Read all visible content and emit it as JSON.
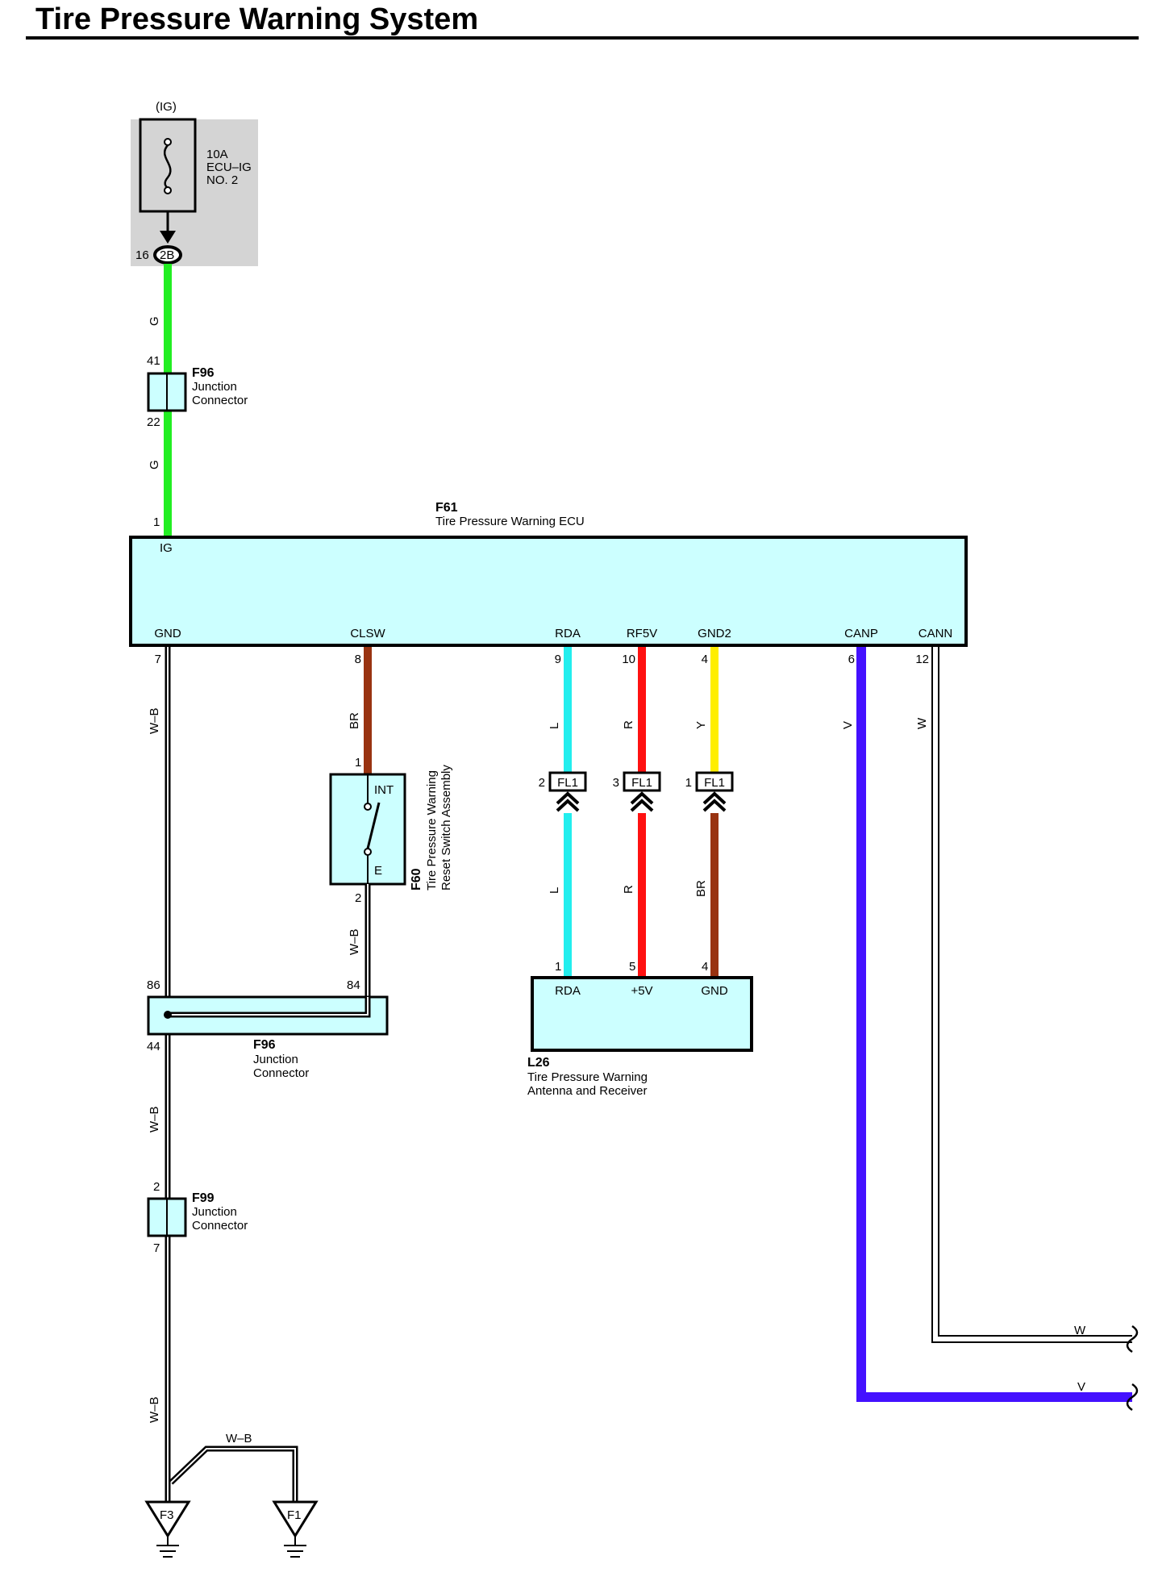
{
  "title": "Tire Pressure Warning System",
  "colors": {
    "green": "#22ee22",
    "light_blue": "#22eeee",
    "red": "#ff1111",
    "yellow": "#ffee00",
    "brown": "#993311",
    "violet": "#4411ff",
    "component_fill": "#ccffff",
    "fuse_box_fill": "#d4d4d4"
  },
  "fuse": {
    "supply": "(IG)",
    "rating": "10A",
    "name_line1": "ECU–IG",
    "name_line2": "NO. 2",
    "connector": "2B",
    "pin": "16"
  },
  "f96_top": {
    "id": "F96",
    "line1": "Junction",
    "line2": "Connector",
    "pin_in": "41",
    "pin_out": "22"
  },
  "f61": {
    "id": "F61",
    "name": "Tire Pressure Warning ECU",
    "ig_pin": "1",
    "ig_label": "IG",
    "terminals": [
      {
        "label": "GND",
        "pin": "7"
      },
      {
        "label": "CLSW",
        "pin": "8"
      },
      {
        "label": "RDA",
        "pin": "9"
      },
      {
        "label": "RF5V",
        "pin": "10"
      },
      {
        "label": "GND2",
        "pin": "4"
      },
      {
        "label": "CANP",
        "pin": "6"
      },
      {
        "label": "CANN",
        "pin": "12"
      }
    ]
  },
  "f60": {
    "id": "F60",
    "line1": "Tire Pressure Warning",
    "line2": "Reset Switch Assembly",
    "term_top": "INT",
    "term_bottom": "E",
    "pin_top": "1",
    "pin_bottom": "2"
  },
  "wire_codes": {
    "g": "G",
    "wb": "W–B",
    "br": "BR",
    "l": "L",
    "r": "R",
    "y": "Y",
    "v": "V",
    "w": "W"
  },
  "fl1": {
    "label": "FL1",
    "pins": [
      "2",
      "3",
      "1"
    ]
  },
  "f96_bottom": {
    "id": "F96",
    "line1": "Junction",
    "line2": "Connector",
    "pin_86": "86",
    "pin_84": "84",
    "pin_44": "44"
  },
  "l26": {
    "id": "L26",
    "line1": "Tire Pressure Warning",
    "line2": "Antenna and Receiver",
    "terminals": [
      {
        "label": "RDA",
        "pin": "1"
      },
      {
        "label": "+5V",
        "pin": "5"
      },
      {
        "label": "GND",
        "pin": "4"
      }
    ]
  },
  "f99": {
    "id": "F99",
    "line1": "Junction",
    "line2": "Connector",
    "pin_in": "2",
    "pin_out": "7"
  },
  "grounds": [
    "F3",
    "F1"
  ]
}
